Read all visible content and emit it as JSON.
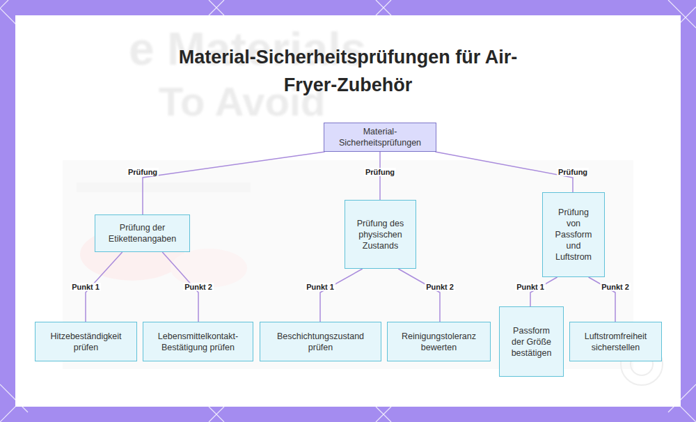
{
  "diagram": {
    "title": "Material-Sicherheitsprüfungen für Air-Fryer-Zubehör",
    "nodes": [
      {
        "text": [
          "Material-Sicherheitsprüfungen"
        ]
      },
      {
        "text": [
          "Prüfung der Etikettenangaben"
        ]
      },
      {
        "text": [
          "Prüfung des physischen Zustands"
        ]
      },
      {
        "text": [
          "Prüfung von Passform und Luftstrom"
        ]
      },
      {
        "text": [
          "Hitzebeständigkeit prüfen"
        ]
      },
      {
        "text": [
          "Lebensmittelkontakt-Bestätigung prüfen"
        ]
      },
      {
        "text": [
          "Beschichtungszustand prüfen"
        ]
      },
      {
        "text": [
          "Reinigungstoleranz bewerten"
        ]
      },
      {
        "text": [
          "Passform der Größe bestätigen"
        ]
      },
      {
        "text": [
          "Luftstromfreiheit sicherstellen"
        ]
      }
    ],
    "edges": [
      {
        "from": 0,
        "to": 1,
        "arrow": "none",
        "label": "Prüfung"
      },
      {
        "from": 0,
        "to": 2,
        "arrow": "none",
        "label": "Prüfung"
      },
      {
        "from": 0,
        "to": 3,
        "arrow": "none",
        "label": "Prüfung"
      },
      {
        "from": 1,
        "to": 4,
        "arrow": "none",
        "label": "Punkt 1"
      },
      {
        "from": 1,
        "to": 5,
        "arrow": "none",
        "label": "Punkt 2"
      },
      {
        "from": 2,
        "to": 6,
        "arrow": "none",
        "label": "Punkt 1"
      },
      {
        "from": 2,
        "to": 7,
        "arrow": "none",
        "label": "Punkt 2"
      },
      {
        "from": 3,
        "to": 8,
        "arrow": "none",
        "label": "Punkt 1"
      },
      {
        "from": 3,
        "to": 9,
        "arrow": "none",
        "label": "Punkt 2"
      }
    ],
    "labels": [
      "e Materials",
      "To Avoid"
    ]
  }
}
